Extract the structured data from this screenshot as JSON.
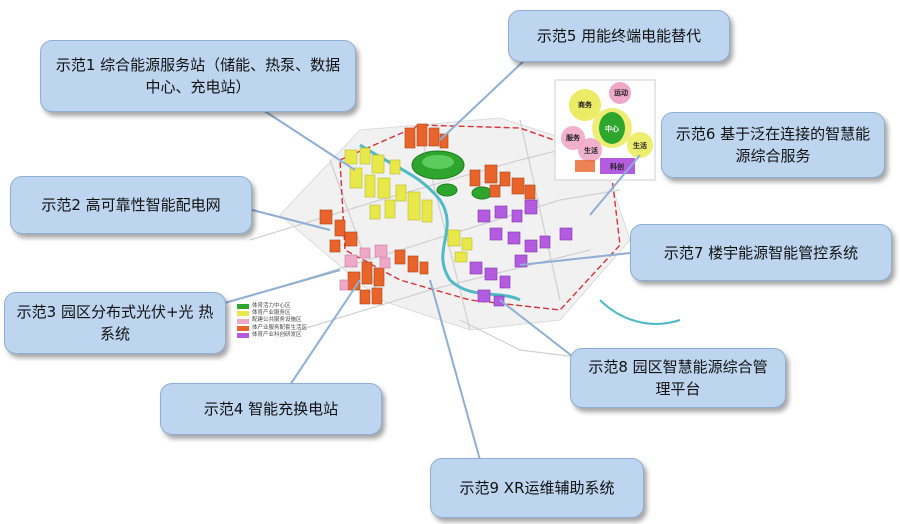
{
  "callouts": {
    "c1": "示范1 综合能源服务站（储能、热泵、数据中心、充电站）",
    "c2": "示范2 高可靠性智能配电网",
    "c3": "示范3 园区分布式光伏+光 热系统",
    "c4": "示范4 智能充换电站",
    "c5": "示范5 用能终端电能替代",
    "c6": "示范6 基于泛在连接的智慧能源综合服务",
    "c7": "示范7 楼宇能源智能管控系统",
    "c8": "示范8 园区智慧能源综合管理平台",
    "c9": "示范9 XR运维辅助系统"
  },
  "legend": [
    {
      "label": "体育活力中心区",
      "color": "#2ea62e"
    },
    {
      "label": "体育产业服务区",
      "color": "#e8e84a"
    },
    {
      "label": "配建公共服务设施区",
      "color": "#f0a8c8"
    },
    {
      "label": "体产业服务配套生活区",
      "color": "#e8642a"
    },
    {
      "label": "体育产业科创研发区",
      "color": "#b45ce0"
    }
  ],
  "inset": {
    "labels": [
      "运动",
      "商务",
      "服务",
      "中心",
      "生活",
      "科创",
      "生活"
    ]
  },
  "colors": {
    "callout_fill": "#bdd5ee",
    "green": "#2ea62e",
    "yellow": "#e8e84a",
    "pink": "#f0a8c8",
    "orange": "#e8642a",
    "purple": "#b45ce0"
  }
}
